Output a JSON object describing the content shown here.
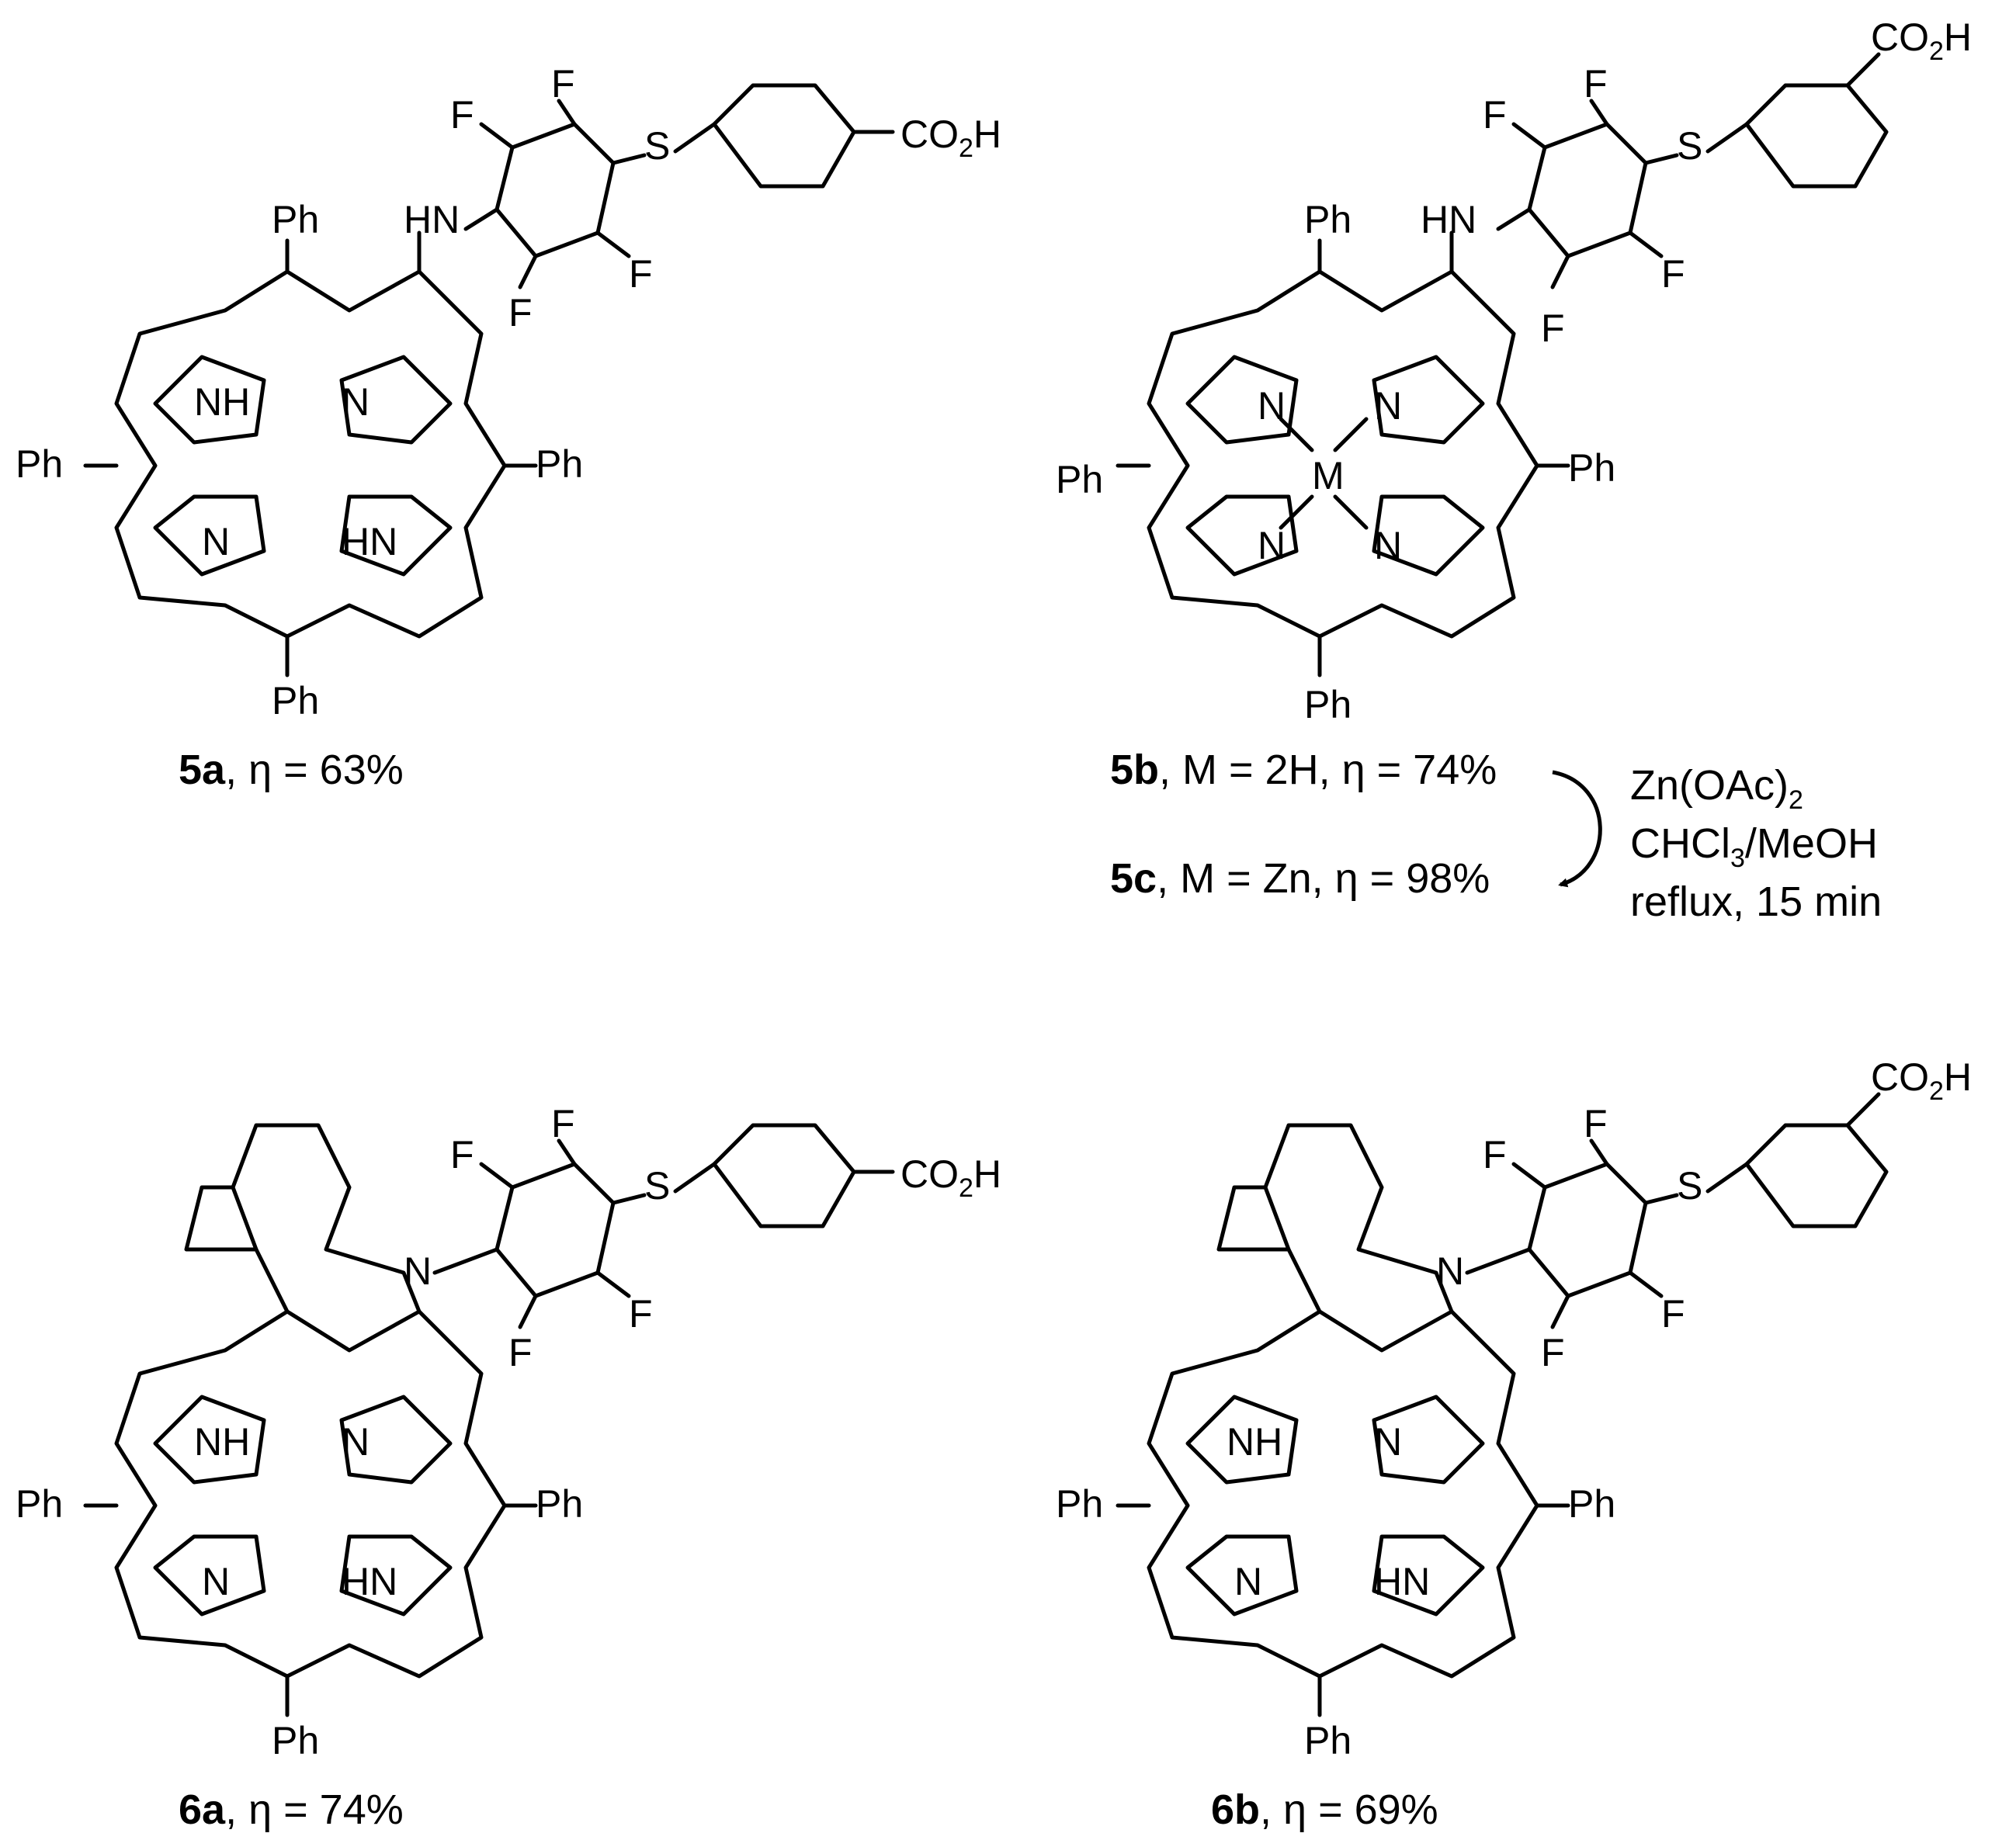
{
  "labels": {
    "ph": "Ph",
    "nh": "NH",
    "hn": "HN",
    "n": "N",
    "m": "M",
    "s": "S",
    "f": "F",
    "co2h_main": "CO",
    "co2h_sub": "2",
    "co2h_tail": "H"
  },
  "compounds": [
    {
      "id": "5a",
      "text": ", η = 63%"
    },
    {
      "id": "5b",
      "text": ", M = 2H, η = 74%"
    },
    {
      "id": "5c",
      "text": ", M = Zn, η = 98%"
    },
    {
      "id": "6a",
      "text": ", η = 74%"
    },
    {
      "id": "6b",
      "text": ", η = 69%"
    }
  ],
  "conditions": {
    "reagent_main": "Zn(OAc)",
    "reagent_sub": "2",
    "solvent_a": "CHCl",
    "solvent_sub": "3",
    "solvent_b": "/MeOH",
    "time": "reflux, 15 min"
  }
}
